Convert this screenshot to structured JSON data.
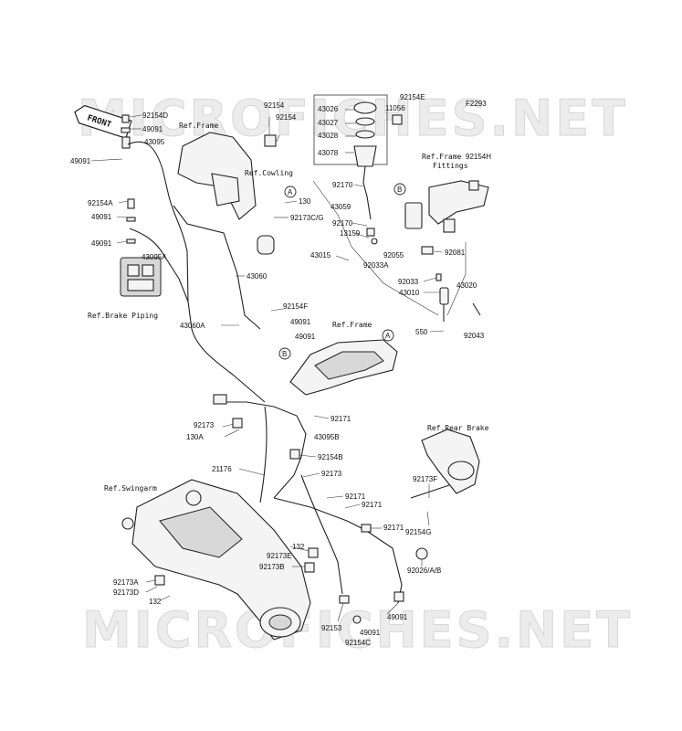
{
  "watermark": {
    "text": "MICROFICHES.NET"
  },
  "front_label": "FRONT",
  "diagram_code": "F2293",
  "refs": {
    "frame_top": "Ref.Frame",
    "cowling": "Ref.Cowling",
    "frame_fittings_1": "Ref.Frame",
    "frame_fittings_2": "Fittings",
    "brake_piping": "Ref.Brake Piping",
    "frame_mid": "Ref.Frame",
    "rear_brake": "Ref.Rear Brake",
    "swingarm": "Ref.Swingarm"
  },
  "circle_marks": {
    "a": "A",
    "b": "B"
  },
  "parts": {
    "p_92154d": "92154D",
    "p_49091_a": "49091",
    "p_43095": "43095",
    "p_49091_b": "49091",
    "p_92154a": "92154A",
    "p_49091_c": "49091",
    "p_49091_d": "49091",
    "p_43095a": "43095A",
    "p_92154_a": "92154",
    "p_92154_b": "92154",
    "p_130": "130",
    "p_92173cg": "92173C/G",
    "p_43060": "43060",
    "p_92154f": "92154F",
    "p_49091_e": "49091",
    "p_43060a": "43060A",
    "p_49091_f": "49091",
    "p_43026": "43026",
    "p_43027": "43027",
    "p_43028": "43028",
    "p_43078": "43078",
    "p_92170_a": "92170",
    "p_43059": "43059",
    "p_92170_b": "92170",
    "p_13159": "13159",
    "p_43015": "43015",
    "p_92033a": "92033A",
    "p_92055": "92055",
    "p_92154e": "92154E",
    "p_11056": "11056",
    "p_92154h": "92154H",
    "p_92081": "92081",
    "p_92033": "92033",
    "p_43010": "43010",
    "p_43020": "43020",
    "p_550": "550",
    "p_92043": "92043",
    "p_92171_a": "92171",
    "p_92173_a": "92173",
    "p_130a": "130A",
    "p_43095b": "43095B",
    "p_92154b": "92154B",
    "p_21176": "21176",
    "p_92173_b": "92173",
    "p_92171_b": "92171",
    "p_92171_c": "92171",
    "p_92171_d": "92171",
    "p_92173f": "92173F",
    "p_92154g": "92154G",
    "p_132_a": "132",
    "p_92173e": "92173E",
    "p_92173b": "92173B",
    "p_92173a": "92173A",
    "p_92173d": "92173D",
    "p_132_b": "132",
    "p_92026ab": "92026/A/B",
    "p_92153": "92153",
    "p_49091_g": "49091",
    "p_92154c": "92154C",
    "p_49091_h": "49091"
  }
}
